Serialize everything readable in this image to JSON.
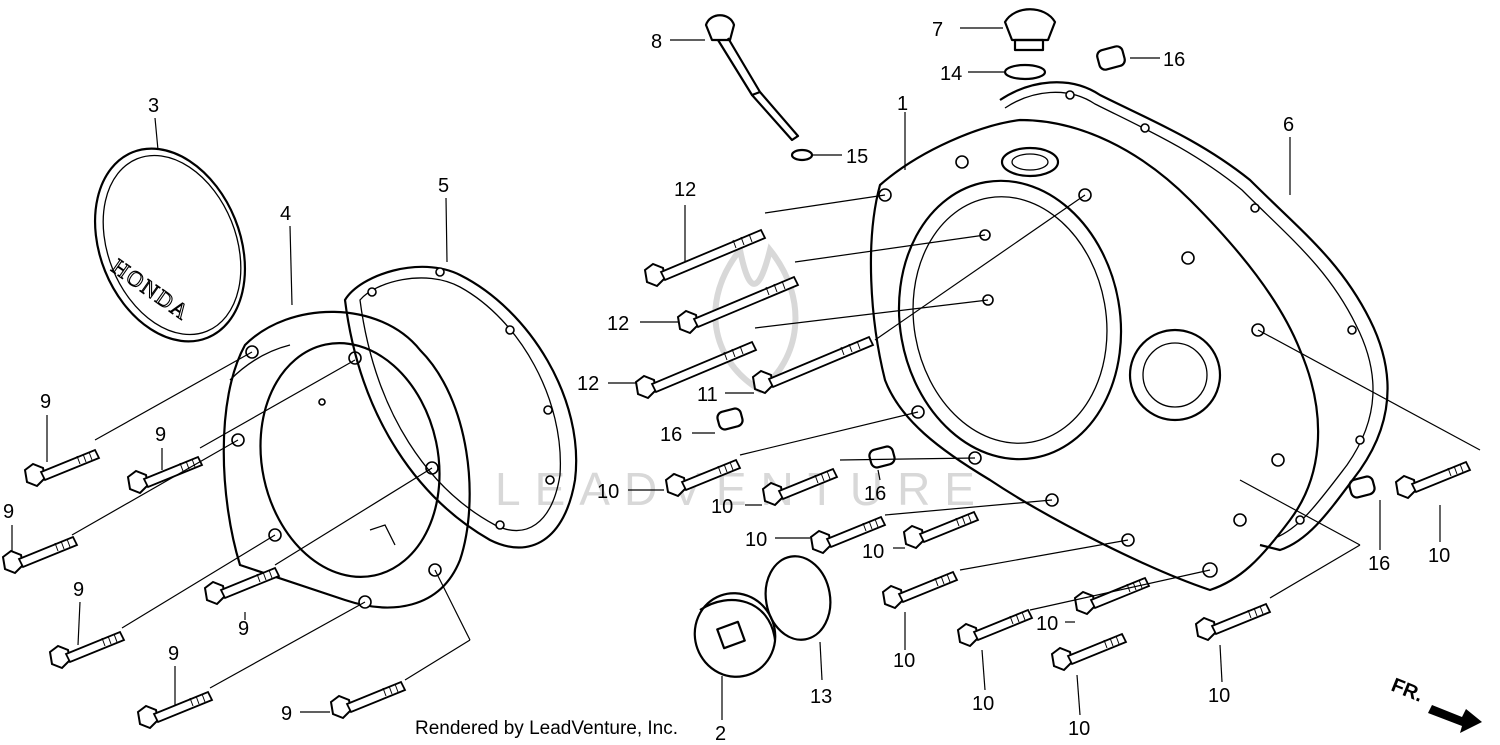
{
  "footer": {
    "credit": "Rendered by LeadVenture, Inc."
  },
  "watermark": {
    "text": "LEADVENTURE"
  },
  "direction": {
    "label": "FR."
  },
  "cover_emblem": {
    "text": "HONDA"
  },
  "callouts": {
    "c1": "1",
    "c2": "2",
    "c3": "3",
    "c4": "4",
    "c5": "5",
    "c6": "6",
    "c7": "7",
    "c8": "8",
    "c9a": "9",
    "c9b": "9",
    "c9c": "9",
    "c9d": "9",
    "c9e": "9",
    "c9f": "9",
    "c9g": "9",
    "c10a": "10",
    "c10b": "10",
    "c10c": "10",
    "c10d": "10",
    "c10e": "10",
    "c10f": "10",
    "c10g": "10",
    "c10h": "10",
    "c10i": "10",
    "c10j": "10",
    "c11": "11",
    "c12a": "12",
    "c12b": "12",
    "c12c": "12",
    "c13": "13",
    "c14": "14",
    "c15": "15",
    "c16a": "16",
    "c16b": "16",
    "c16c": "16",
    "c16d": "16"
  }
}
